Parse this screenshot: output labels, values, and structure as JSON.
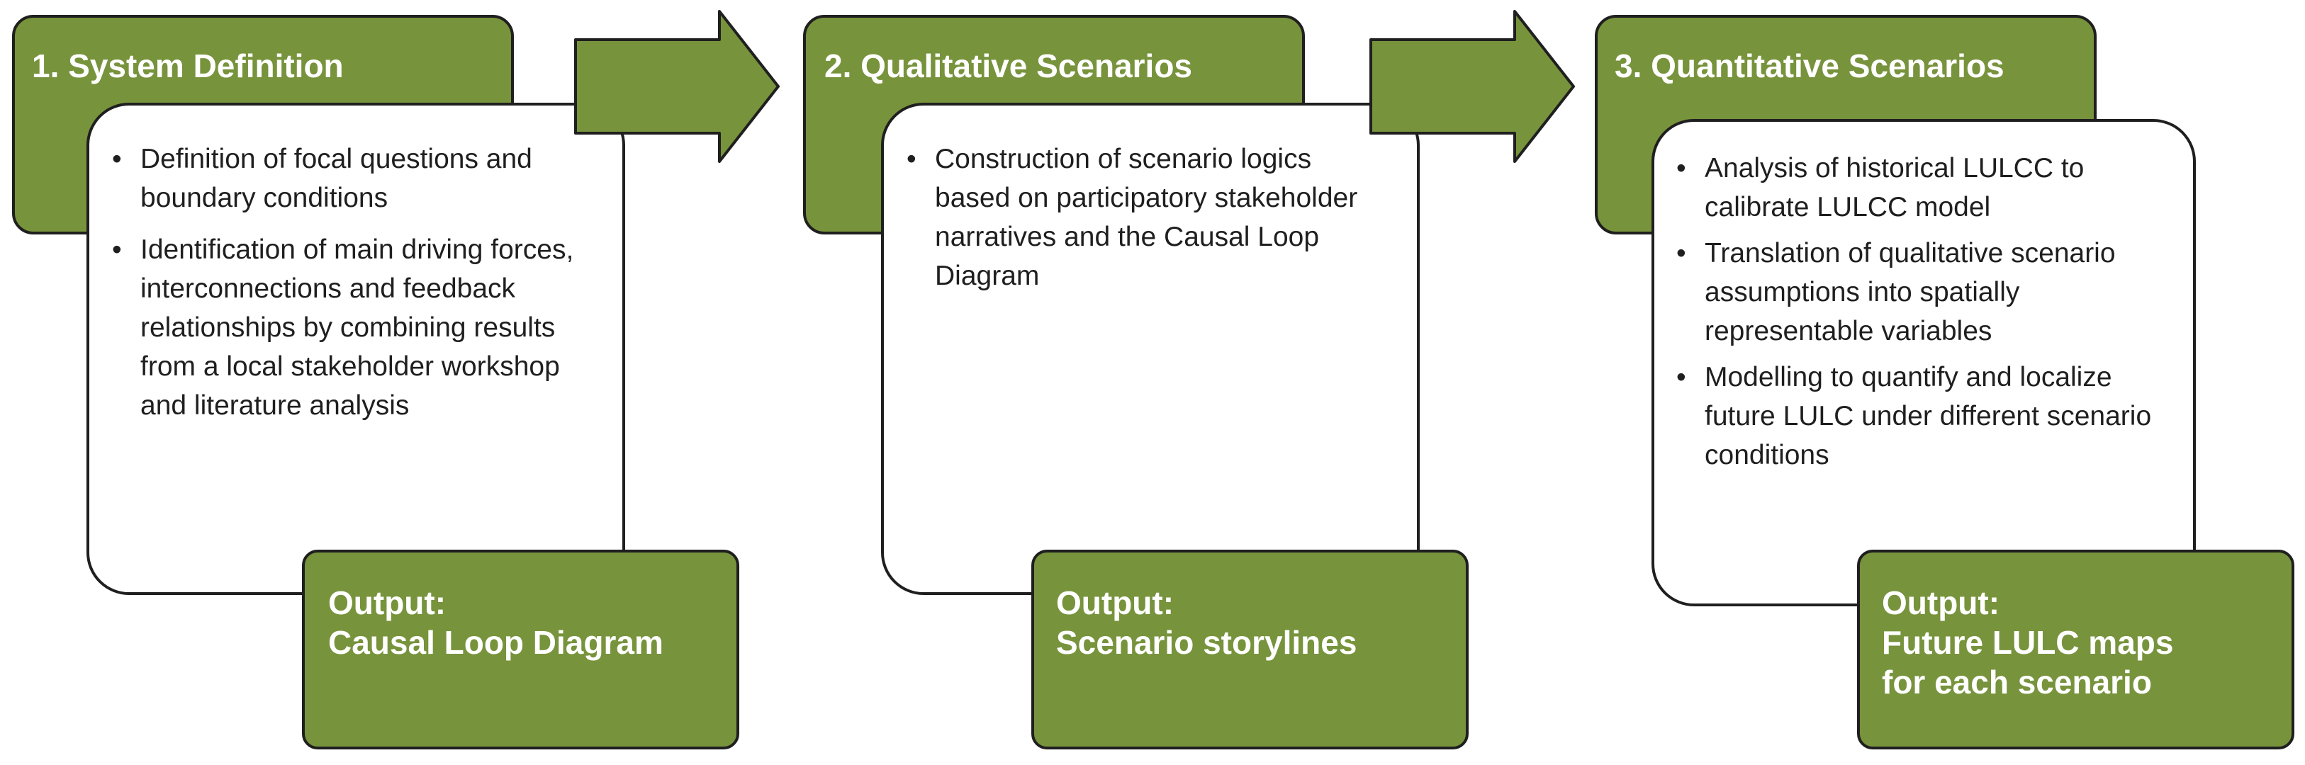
{
  "colors": {
    "green": "#77933c",
    "border": "#1f1f1f",
    "white": "#ffffff"
  },
  "steps": [
    {
      "title": "1. System Definition",
      "bullets": [
        "Definition of focal questions and boundary conditions",
        "Identification of main driving forces, interconnections and feedback relationships by combining results from a local stakeholder workshop and literature analysis"
      ],
      "output_label": "Output:",
      "output_lines": [
        "Causal Loop Diagram"
      ]
    },
    {
      "title": "2. Qualitative Scenarios",
      "bullets": [
        "Construction of scenario logics based on participatory stakeholder narratives and the Causal Loop Diagram"
      ],
      "output_label": "Output:",
      "output_lines": [
        "Scenario storylines"
      ]
    },
    {
      "title": "3. Quantitative Scenarios",
      "bullets": [
        "Analysis of historical LULCC to calibrate LULCC model",
        "Translation of qualitative scenario assumptions into spatially representable variables",
        "Modelling to quantify and localize future LULC under different scenario conditions"
      ],
      "output_label": "Output:",
      "output_lines": [
        "Future LULC maps",
        "for each scenario"
      ]
    }
  ],
  "arrows": [
    {
      "name": "arrow-step1-to-step2"
    },
    {
      "name": "arrow-step2-to-step3"
    }
  ]
}
